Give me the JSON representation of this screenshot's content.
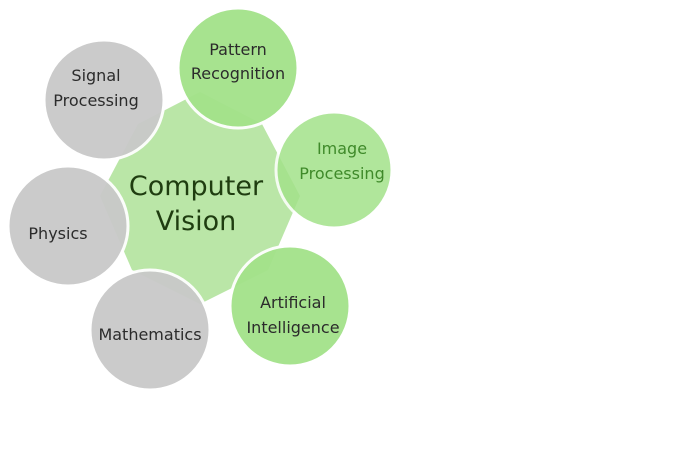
{
  "center": {
    "lines": [
      "Computer",
      "Vision"
    ],
    "fill": "#b3e39d",
    "text_color": "#1f3d10"
  },
  "nodes": [
    {
      "id": "pattern-recognition",
      "lines": [
        "Pattern",
        "Recognition"
      ],
      "group": "green"
    },
    {
      "id": "image-processing",
      "lines": [
        "Image",
        "Processing"
      ],
      "group": "green-muted"
    },
    {
      "id": "artificial-intelligence",
      "lines": [
        "Artificial",
        "Intelligence"
      ],
      "group": "green"
    },
    {
      "id": "mathematics",
      "lines": [
        "Mathematics"
      ],
      "group": "gray"
    },
    {
      "id": "physics",
      "lines": [
        "Physics"
      ],
      "group": "gray"
    },
    {
      "id": "signal-processing",
      "lines": [
        "Signal",
        "Processing"
      ],
      "group": "gray"
    }
  ],
  "colors": {
    "green_fill": "#a3e28a",
    "green_text": "#2b2b2b",
    "green_muted_text": "#3f8a2a",
    "gray_fill": "#c9c9c9",
    "gray_text": "#2b2b2b",
    "outline": "#ffffff"
  }
}
